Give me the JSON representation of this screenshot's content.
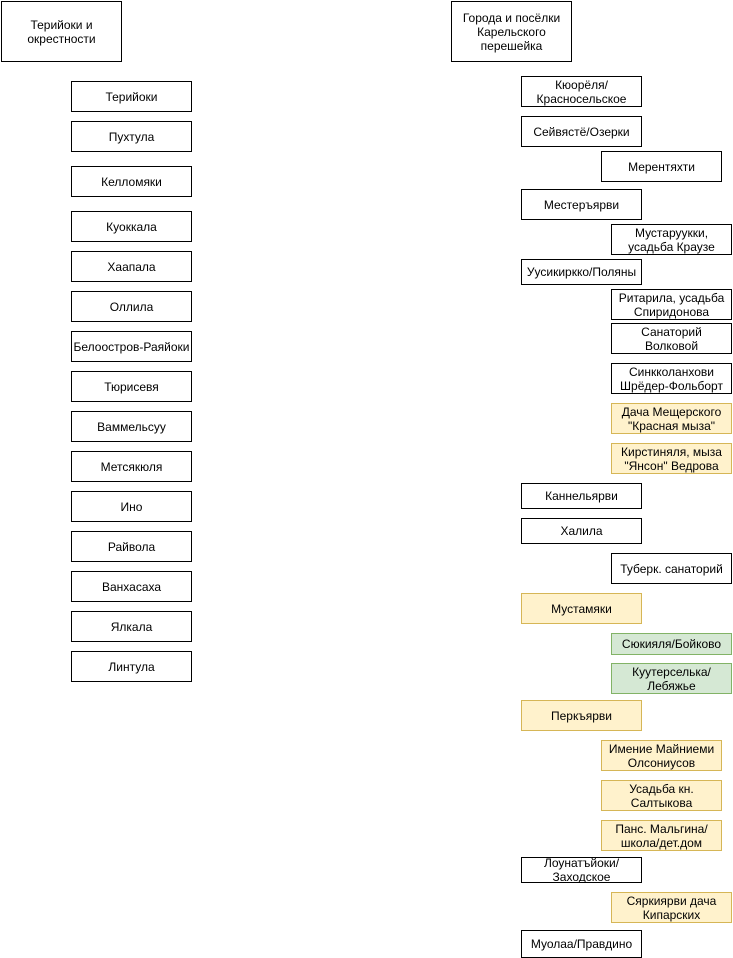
{
  "palette": {
    "default_fill": "#ffffff",
    "default_stroke": "#000000",
    "yellow_fill": "#fff2cc",
    "yellow_stroke": "#d6b656",
    "green_fill": "#d5e8d4",
    "green_stroke": "#82b366"
  },
  "left": {
    "header": "Терийоки и\nокрестности",
    "items": [
      "Терийоки",
      "Пухтула",
      "Келломяки",
      "Куоккала",
      "Хаапала",
      "Оллила",
      "Белоостров-Раяйоки",
      "Тюрисевя",
      "Ваммельсуу",
      "Метсякюля",
      "Ино",
      "Райвола",
      "Ванхасаха",
      "Ялкала",
      "Линтула"
    ]
  },
  "right": {
    "header": "Города и посёлки\nКарельского\nперешейка",
    "items": [
      {
        "label": "Кюорёля/\nКрасносельское",
        "style": "default"
      },
      {
        "label": "Сейвястё/Озерки",
        "style": "default"
      },
      {
        "label": "Мерентяхти",
        "style": "default"
      },
      {
        "label": "Местеръярви",
        "style": "default"
      },
      {
        "label": "Мустаруукки,\nусадьба Краузе",
        "style": "default"
      },
      {
        "label": "Уусикиркко/Поляны",
        "style": "default"
      },
      {
        "label": "Ритарила, усадьба\nСпиридонова",
        "style": "default"
      },
      {
        "label": "Санаторий\nВолковой",
        "style": "default"
      },
      {
        "label": "Синкколанхови\nШрёдер-Фольборт",
        "style": "default"
      },
      {
        "label": "Дача Мещерского\n\"Красная мыза\"",
        "style": "yellow"
      },
      {
        "label": "Кирстиняля, мыза\n\"Янсон\" Ведрова",
        "style": "yellow"
      },
      {
        "label": "Каннельярви",
        "style": "default"
      },
      {
        "label": "Халила",
        "style": "default"
      },
      {
        "label": "Туберк. санаторий",
        "style": "default"
      },
      {
        "label": "Мустамяки",
        "style": "yellow"
      },
      {
        "label": "Сюкияля/Бойково",
        "style": "green"
      },
      {
        "label": "Куутерселька/\nЛебяжье",
        "style": "green"
      },
      {
        "label": "Перкъярви",
        "style": "yellow"
      },
      {
        "label": "Имение Майниеми\nОлсониусов",
        "style": "yellow"
      },
      {
        "label": "Усадьба кн.\nСалтыкова",
        "style": "yellow"
      },
      {
        "label": "Панс. Мальгина/\nшкола/дет.дом",
        "style": "yellow"
      },
      {
        "label": "Лоунатъйоки/\nЗаходское",
        "style": "default"
      },
      {
        "label": "Сяркиярви дача\nКипарских",
        "style": "yellow"
      },
      {
        "label": "Муолаа/Правдино",
        "style": "default"
      }
    ]
  }
}
